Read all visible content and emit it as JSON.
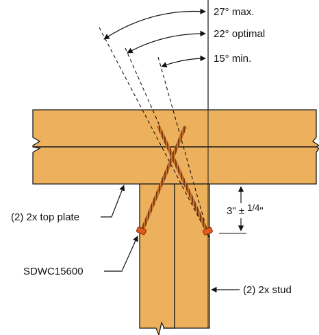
{
  "angles": {
    "max_label": "27° max.",
    "optimal_label": "22° optimal",
    "min_label": "15° min."
  },
  "labels": {
    "top_plate": "(2) 2x top plate",
    "stud": "(2) 2x stud",
    "screw": "SDWC15600",
    "dimension_main": "3\" ± ",
    "dimension_frac": "1/4",
    "dimension_inch": "\""
  },
  "colors": {
    "wood": "#EDB05C",
    "wood_outline": "#1A1A1A",
    "screw": "#C9742B",
    "screw_head": "#E25A1C",
    "line": "#111111"
  }
}
